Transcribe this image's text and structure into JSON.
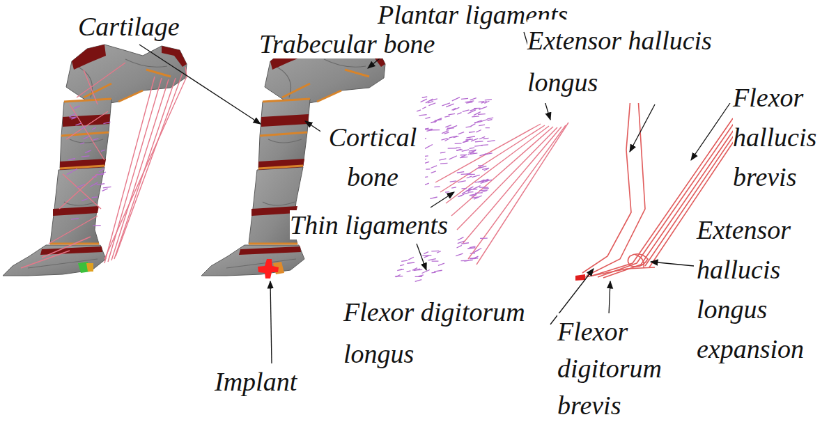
{
  "diagram": {
    "labels": [
      "Cartilage",
      "Trabecular bone",
      "Cortical bone",
      "Implant",
      "Plantar ligaments",
      "Extensor hallucis longus",
      "Thin ligaments",
      "Flexor digitorum longus",
      "Flexor hallucis brevis",
      "Extensor hallucis longus expansion",
      "Flexor digitorum brevis"
    ]
  }
}
